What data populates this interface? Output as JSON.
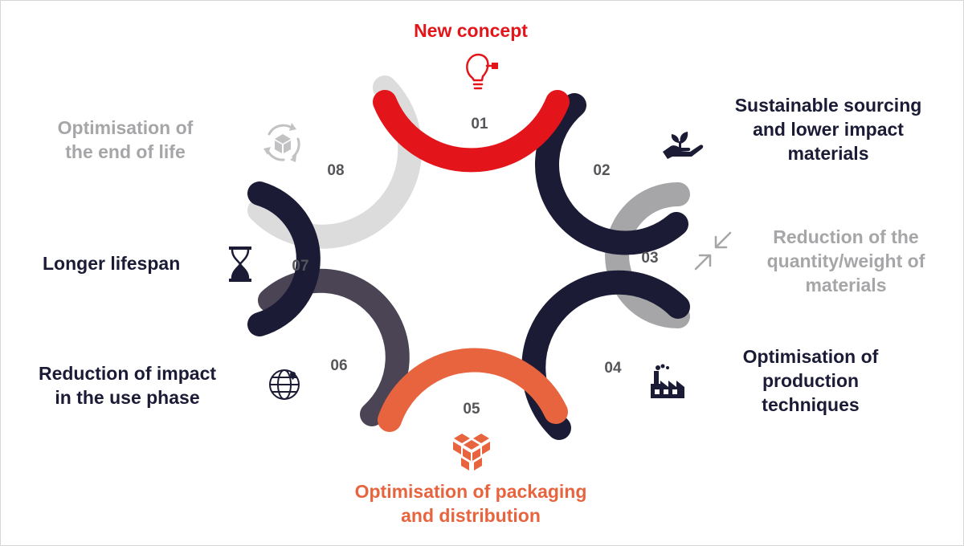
{
  "colors": {
    "red": "#e3151b",
    "navy": "#1b1b36",
    "grey": "#a6a6a8",
    "lightgrey": "#dcdcdc",
    "orange": "#e8643e",
    "slate": "#4a4455",
    "num": "#55555a"
  },
  "steps": [
    {
      "number": "01",
      "title_lines": [
        "New concept"
      ],
      "color": "#e3151b",
      "icon": "lightbulb-icon"
    },
    {
      "number": "02",
      "title_lines": [
        "Sustainable sourcing",
        "and lower impact",
        "materials"
      ],
      "color": "#1b1b36",
      "icon": "hand-plant-icon"
    },
    {
      "number": "03",
      "title_lines": [
        "Reduction of the",
        "quantity/weight of",
        "materials"
      ],
      "color": "#a6a6a8",
      "icon": "compress-arrows-icon"
    },
    {
      "number": "04",
      "title_lines": [
        "Optimisation of",
        "production",
        "techniques"
      ],
      "color": "#1b1b36",
      "icon": "factory-icon"
    },
    {
      "number": "05",
      "title_lines": [
        "Optimisation of packaging",
        "and distribution"
      ],
      "color": "#e8643e",
      "icon": "boxes-icon"
    },
    {
      "number": "06",
      "title_lines": [
        "Reduction of impact",
        "in the use phase"
      ],
      "color": "#1b1b36",
      "icon": "globe-pin-icon"
    },
    {
      "number": "07",
      "title_lines": [
        "Longer lifespan"
      ],
      "color": "#1b1b36",
      "icon": "hourglass-icon"
    },
    {
      "number": "08",
      "title_lines": [
        "Optimisation of",
        "the end of life"
      ],
      "color": "#a6a6a8",
      "icon": "recycle-box-icon"
    }
  ]
}
